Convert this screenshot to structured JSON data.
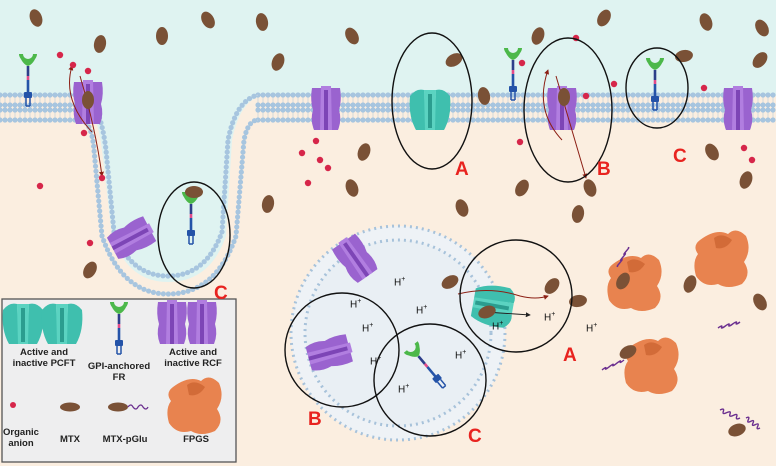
{
  "site_labels": [
    "A",
    "B",
    "C",
    "C",
    "A",
    "B",
    "C"
  ],
  "proton": {
    "symbol": "H",
    "charge": "+"
  },
  "legend": {
    "pcft": "Active and inactive PCFT",
    "fr": "GPI-anchored FR",
    "rcf": "Active and inactive RCF",
    "anion": "Organic anion",
    "mtx": "MTX",
    "mtx_pglu": "MTX-pGlu",
    "fpgs": "FPGS"
  },
  "colors": {
    "extracellular": "#dff3f1",
    "cytoplasm": "#fbeee0",
    "membrane_head": "#9cbfd9",
    "pcft": "#3fbfae",
    "rcf": "#a66fd6",
    "fr_head": "#4cb84a",
    "fr_stem": "#2453a8",
    "mtx": "#7a5136",
    "anion": "#d6264a",
    "fpgs": "#e8834f",
    "label": "#e8231f"
  }
}
